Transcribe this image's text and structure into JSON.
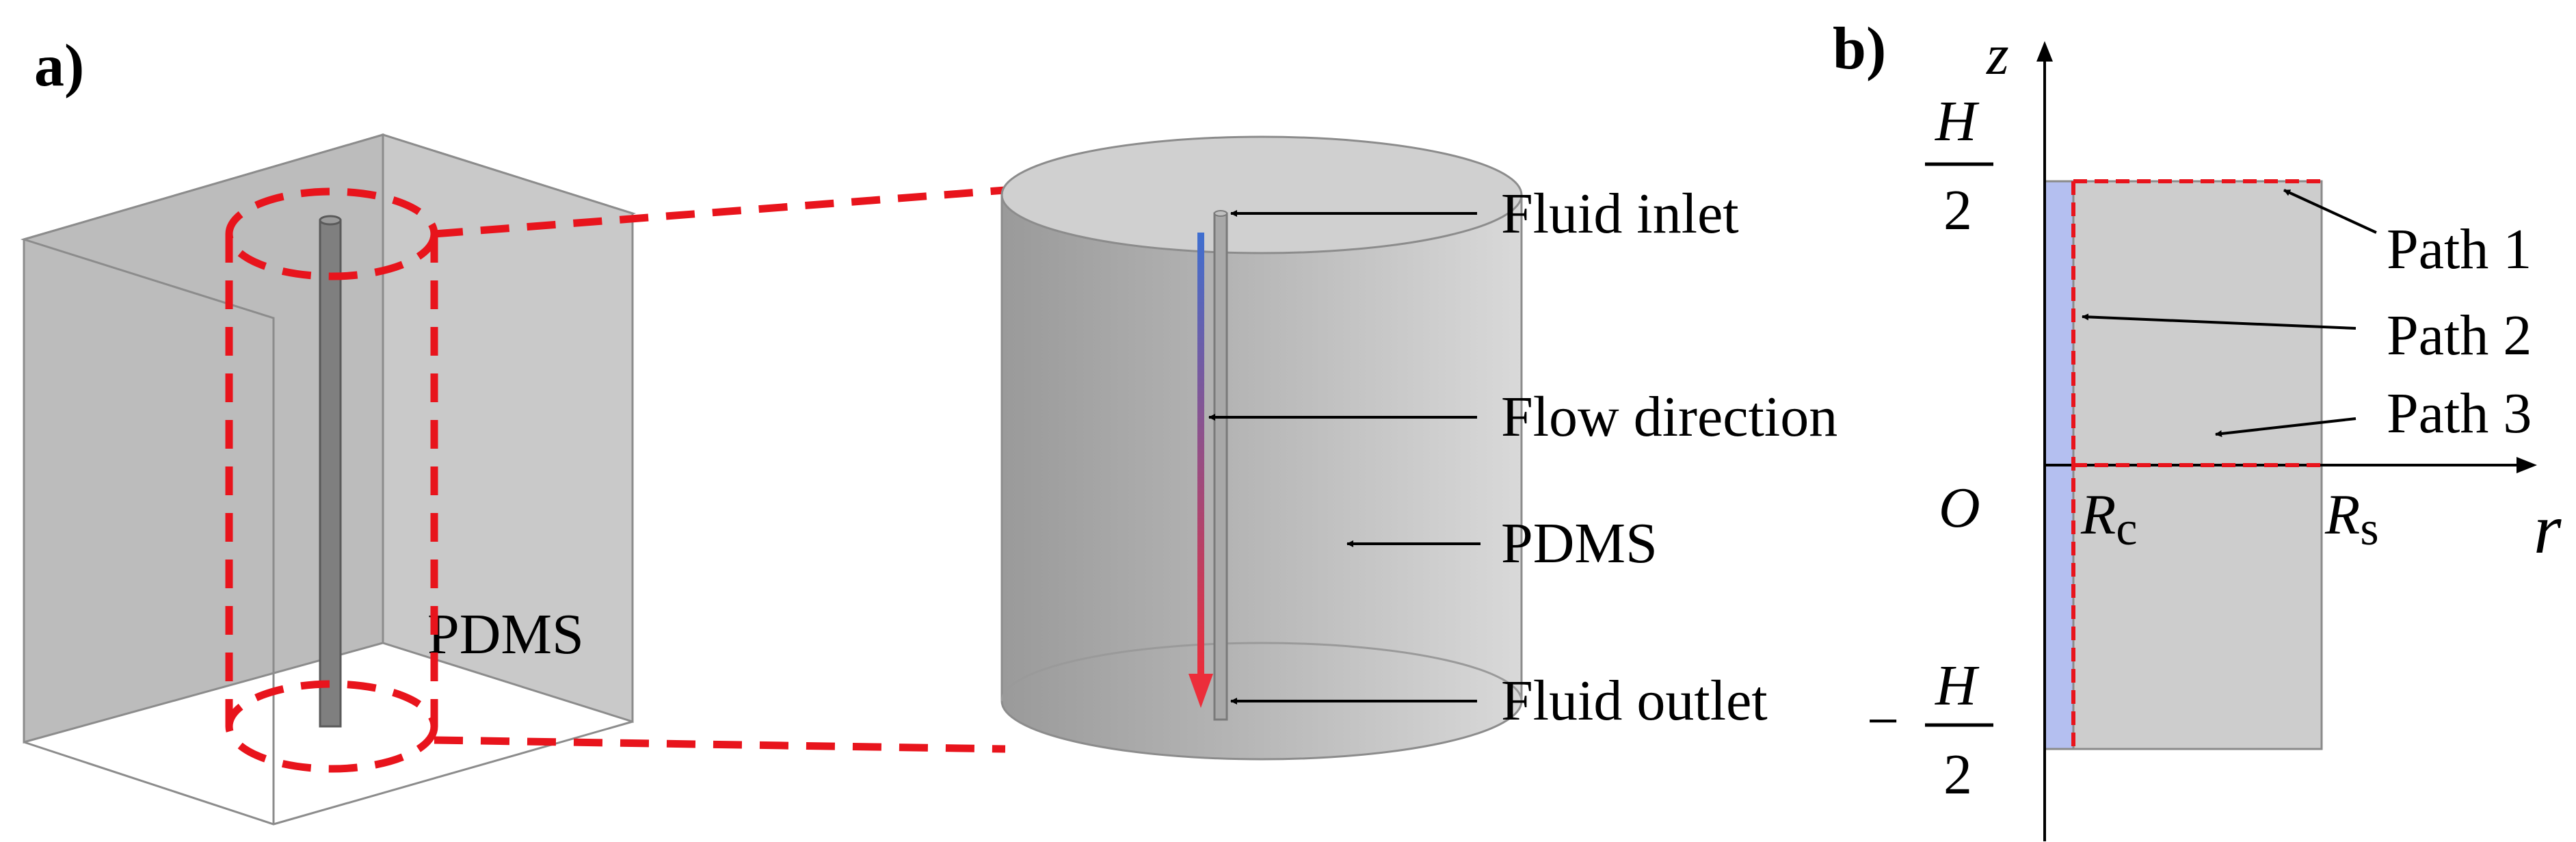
{
  "panel_a": {
    "panel_label": "a)",
    "block_label": "PDMS",
    "cylinder_labels": {
      "inlet": "Fluid inlet",
      "flow": "Flow direction",
      "material": "PDMS",
      "outlet": "Fluid outlet"
    }
  },
  "panel_b": {
    "panel_label": "b)",
    "axis_z": "z",
    "axis_r": "r",
    "origin": "O",
    "top_H": "H",
    "top_den": "2",
    "bot_minus": "−",
    "bot_H": "H",
    "bot_den": "2",
    "rc_main": "R",
    "rc_sub": "c",
    "rs_main": "R",
    "rs_sub": "s",
    "path1": "Path 1",
    "path2": "Path 2",
    "path3": "Path 3"
  },
  "colors": {
    "dashed_highlight": "#e8141c",
    "pdms_gray": "#cdcdcd",
    "channel_blue": "#b4bff0",
    "flow_start": "#3f6fd0",
    "flow_end": "#ec2d3a"
  }
}
